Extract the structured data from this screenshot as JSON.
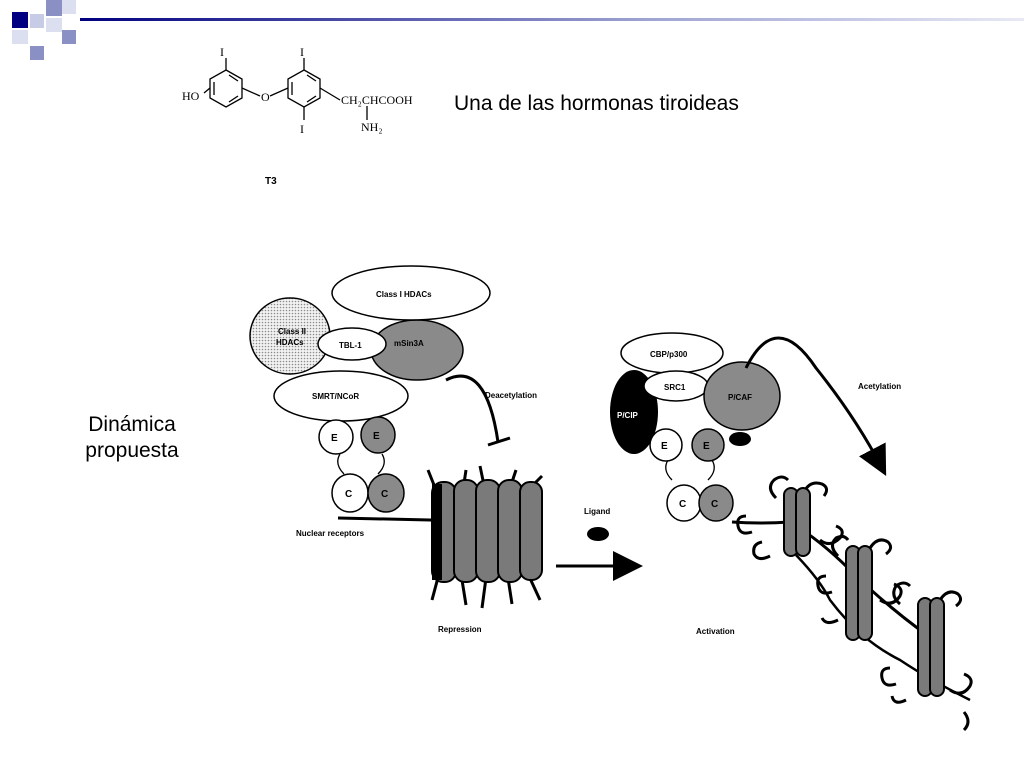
{
  "slide": {
    "title": "Una de las hormonas tiroideas",
    "side_label_line1": "Dinámica",
    "side_label_line2": "propuesta"
  },
  "molecule": {
    "ho": "HO",
    "o": "O",
    "iodine": "I",
    "side_chain": "CH₂CHCOOH",
    "amine": "NH₂",
    "label": "T3"
  },
  "figure": {
    "class_i_hdacs": "Class I HDACs",
    "class_ii_hdacs_1": "Class II",
    "class_ii_hdacs_2": "HDACs",
    "tbl1": "TBL-1",
    "msin3a": "mSin3A",
    "smrt_ncor": "SMRT/NCoR",
    "deacetylation": "Deacetylation",
    "e": "E",
    "c": "C",
    "nuclear_receptors": "Nuclear receptors",
    "repression": "Repression",
    "ligand": "Ligand",
    "cbp_p300": "CBP/p300",
    "src1": "SRC1",
    "pcip": "P/CIP",
    "pcaf": "P/CAF",
    "acetylation": "Acetylation",
    "activation": "Activation"
  }
}
